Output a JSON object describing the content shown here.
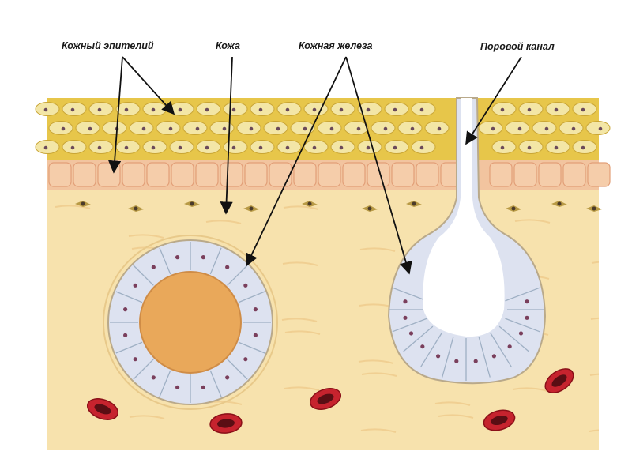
{
  "labels": {
    "epithelium": "Кожный эпителий",
    "skin": "Кожа",
    "gland": "Кожная железа",
    "pore": "Поровой канал"
  },
  "colors": {
    "background": "#ffffff",
    "keratin_layer": "#e7c64a",
    "keratin_cell": "#f3e6a6",
    "basal_cells": "#f2c49f",
    "dermis": "#f7e2ad",
    "gland_cell": "#dde2f0",
    "lumen": "#e9a85a",
    "blood_cell": "#c6232e",
    "nucleus": "#6b4a5a",
    "arrow": "#111111"
  },
  "icons": [
    "arrow-icon",
    "red-blood-cell-icon",
    "fibroblast-icon",
    "nucleus-icon"
  ]
}
